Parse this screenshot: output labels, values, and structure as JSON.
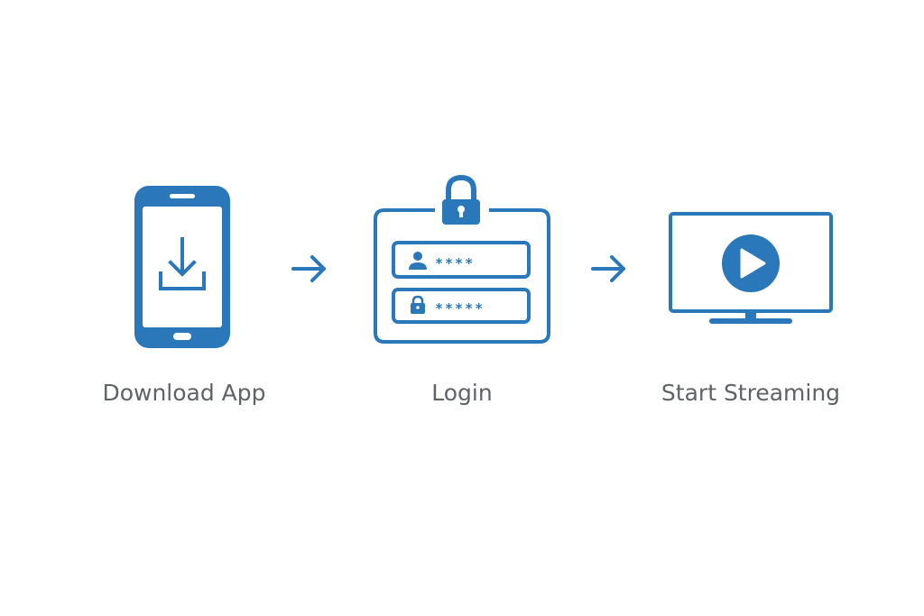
{
  "colors": {
    "accent": "#2a78b9",
    "label": "#5f6266",
    "background": "#ffffff"
  },
  "steps": [
    {
      "label": "Download App",
      "icon": "smartphone-download-icon"
    },
    {
      "label": "Login",
      "icon": "login-form-icon"
    },
    {
      "label": "Start Streaming",
      "icon": "monitor-play-icon"
    }
  ],
  "login_form": {
    "username_mask": "****",
    "password_mask": "*****"
  },
  "connectors": [
    {
      "icon": "arrow-right-icon"
    },
    {
      "icon": "arrow-right-icon"
    }
  ]
}
